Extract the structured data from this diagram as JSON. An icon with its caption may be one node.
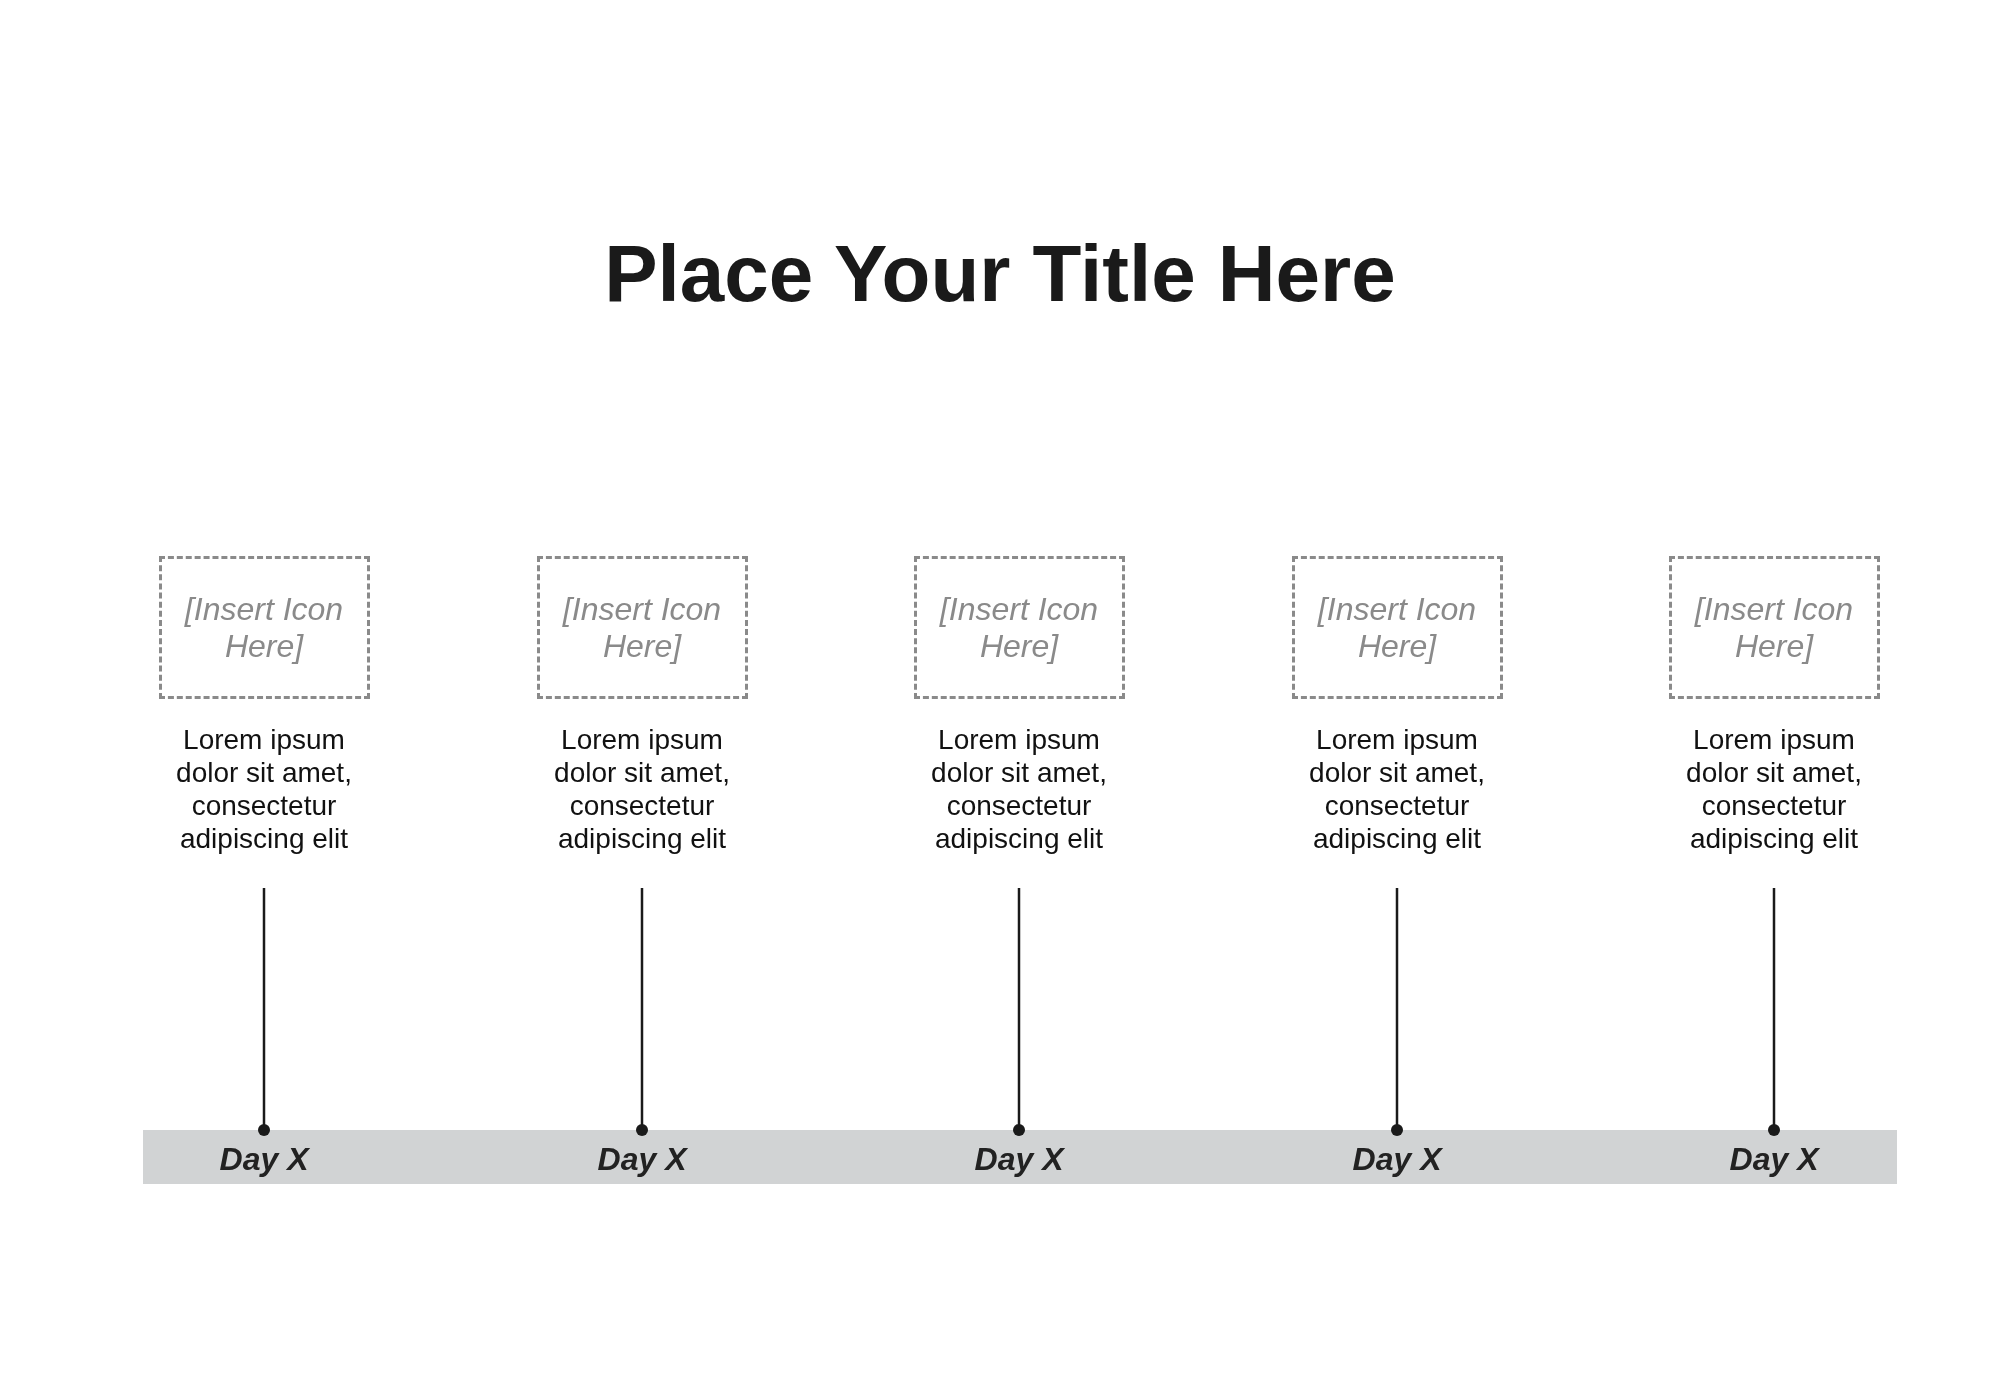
{
  "diagram": {
    "title": "Place Your Title Here",
    "nodes": [
      {
        "text": [
          "[Insert Icon Here]"
        ],
        "beside": [
          "Lorem ipsum dolor sit amet, consectetur adipiscing elit"
        ]
      },
      {
        "text": [
          "[Insert Icon Here]"
        ],
        "beside": [
          "Lorem ipsum dolor sit amet, consectetur adipiscing elit"
        ]
      },
      {
        "text": [
          "[Insert Icon Here]"
        ],
        "beside": [
          "Lorem ipsum dolor sit amet, consectetur adipiscing elit"
        ]
      },
      {
        "text": [
          "[Insert Icon Here]"
        ],
        "beside": [
          "Lorem ipsum dolor sit amet, consectetur adipiscing elit"
        ]
      },
      {
        "text": [
          "[Insert Icon Here]"
        ],
        "beside": [
          "Lorem ipsum dolor sit amet, consectetur adipiscing elit"
        ]
      },
      {
        "text": [],
        "shape": "bar"
      },
      {
        "text": [
          "Day X"
        ],
        "in": 5
      },
      {
        "text": [
          "Day X"
        ],
        "in": 5
      },
      {
        "text": [
          "Day X"
        ],
        "in": 5
      },
      {
        "text": [
          "Day X"
        ],
        "in": 5
      },
      {
        "text": [
          "Day X"
        ],
        "in": 5
      }
    ],
    "edges": [
      {
        "from": 0,
        "to": 6,
        "arrow": "other"
      },
      {
        "from": 1,
        "to": 7,
        "arrow": "other"
      },
      {
        "from": 2,
        "to": 8,
        "arrow": "other"
      },
      {
        "from": 3,
        "to": 9,
        "arrow": "other"
      },
      {
        "from": 4,
        "to": 10,
        "arrow": "other"
      }
    ]
  }
}
